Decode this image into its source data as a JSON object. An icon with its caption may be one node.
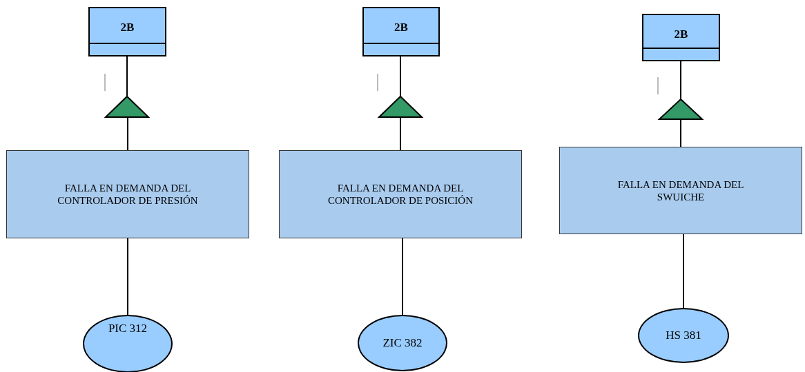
{
  "diagram": {
    "nodes": [
      {
        "text": [
          "2B"
        ]
      },
      {
        "text": [
          "2B"
        ]
      },
      {
        "text": [
          "2B"
        ]
      },
      {
        "text": [],
        "shape": "triangle"
      },
      {
        "text": [],
        "shape": "triangle"
      },
      {
        "text": [],
        "shape": "triangle"
      },
      {
        "text": [
          "FALLA EN DEMANDA DEL CONTROLADOR DE PRESIÓN"
        ]
      },
      {
        "text": [
          "FALLA EN DEMANDA DEL CONTROLADOR DE POSICIÓN"
        ]
      },
      {
        "text": [
          "FALLA EN DEMANDA DEL SWUICHE"
        ]
      },
      {
        "text": [
          "PIC 312"
        ]
      },
      {
        "text": [
          "ZIC 382"
        ]
      },
      {
        "text": [
          "HS 381"
        ]
      }
    ],
    "edges": [
      {
        "from": 0,
        "to": 3,
        "arrow": "none"
      },
      {
        "from": 1,
        "to": 4,
        "arrow": "none"
      },
      {
        "from": 2,
        "to": 5,
        "arrow": "none"
      },
      {
        "from": 3,
        "to": 6,
        "arrow": "none"
      },
      {
        "from": 4,
        "to": 7,
        "arrow": "none"
      },
      {
        "from": 5,
        "to": 8,
        "arrow": "none"
      },
      {
        "from": 6,
        "to": 9,
        "arrow": "none"
      },
      {
        "from": 7,
        "to": 10,
        "arrow": "none"
      },
      {
        "from": 8,
        "to": 11,
        "arrow": "none"
      }
    ]
  }
}
